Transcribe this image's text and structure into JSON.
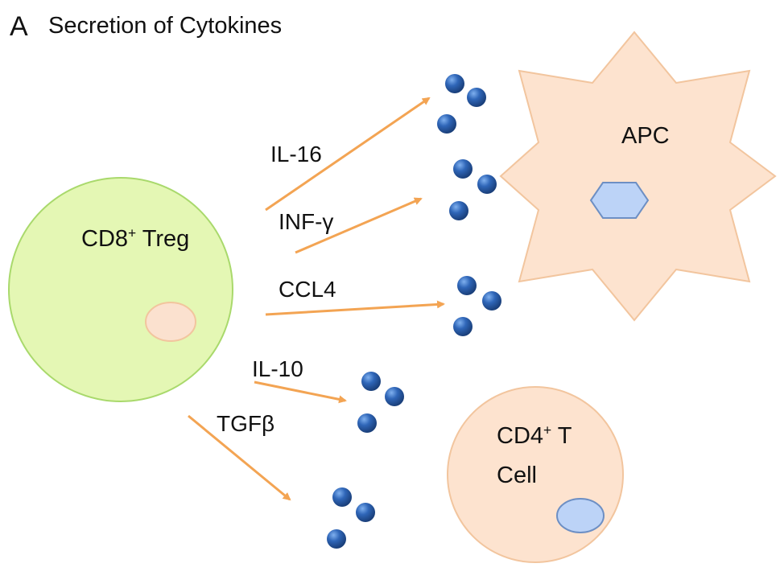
{
  "panel": {
    "letter": "A",
    "title": "Secretion of Cytokines"
  },
  "cells": {
    "cd8_treg": {
      "base": "CD8",
      "sup": "+",
      "rest": " Treg"
    },
    "apc": {
      "label": "APC"
    },
    "cd4_t_cell": {
      "base": "CD4",
      "sup": "+",
      "rest": " T",
      "line2": "Cell"
    }
  },
  "cytokines": {
    "il16": "IL-16",
    "infg": "INF-γ",
    "ccl4": "CCL4",
    "il10": "IL-10",
    "tgfb": "TGFβ"
  },
  "colors": {
    "treg_fill": "#e4f7b4",
    "treg_stroke": "#a9d96c",
    "peach_fill": "#fde3cf",
    "peach_stroke": "#f2c59e",
    "nucleus_blue": "#bcd3f7",
    "nucleus_stroke": "#6d8fc4",
    "arrow": "#f3a453",
    "dot": "#2c5fa8"
  }
}
